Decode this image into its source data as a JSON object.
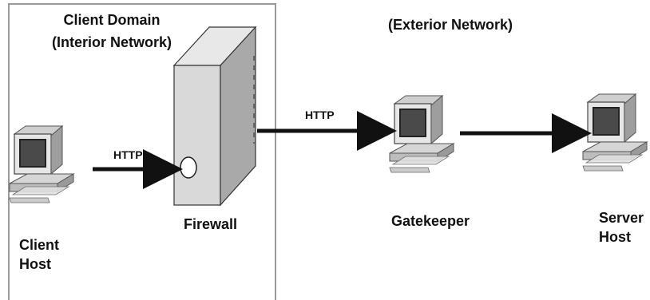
{
  "client_domain": {
    "title_line1": "Client Domain",
    "title_line2": "(Interior Network)"
  },
  "exterior_label": "(Exterior Network)",
  "nodes": {
    "client_host": {
      "line1": "Client",
      "line2": "Host"
    },
    "firewall": {
      "label": "Firewall"
    },
    "gatekeeper": {
      "label": "Gatekeeper"
    },
    "server_host": {
      "line1": "Server",
      "line2": "Host"
    }
  },
  "connections": {
    "client_to_firewall": "HTTP",
    "firewall_to_gatekeeper": "HTTP"
  }
}
